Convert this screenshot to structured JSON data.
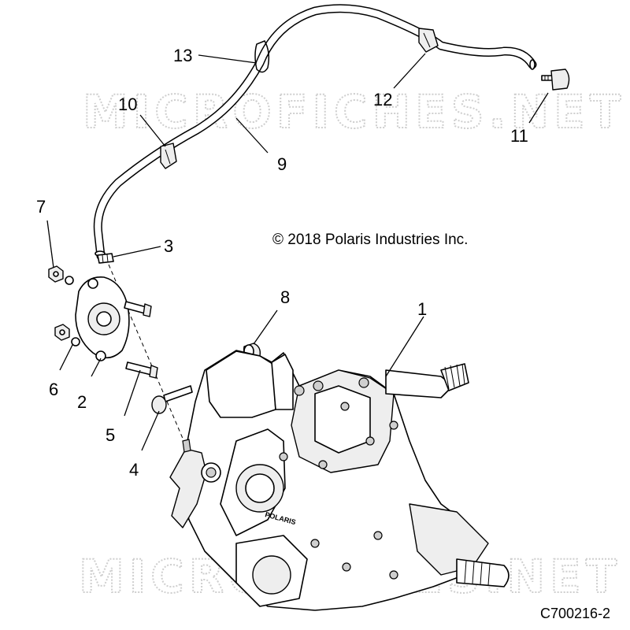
{
  "watermark": {
    "text": "MICROFICHES.NET"
  },
  "copyright": "© 2018 Polaris Industries Inc.",
  "diagram_code": "C700216-2",
  "callouts": {
    "c1": "1",
    "c2": "2",
    "c3": "3",
    "c4": "4",
    "c5": "5",
    "c6": "6",
    "c7": "7",
    "c8": "8",
    "c9": "9",
    "c10": "10",
    "c11": "11",
    "c12": "12",
    "c13": "13"
  },
  "housing_logo": "POLARIS"
}
